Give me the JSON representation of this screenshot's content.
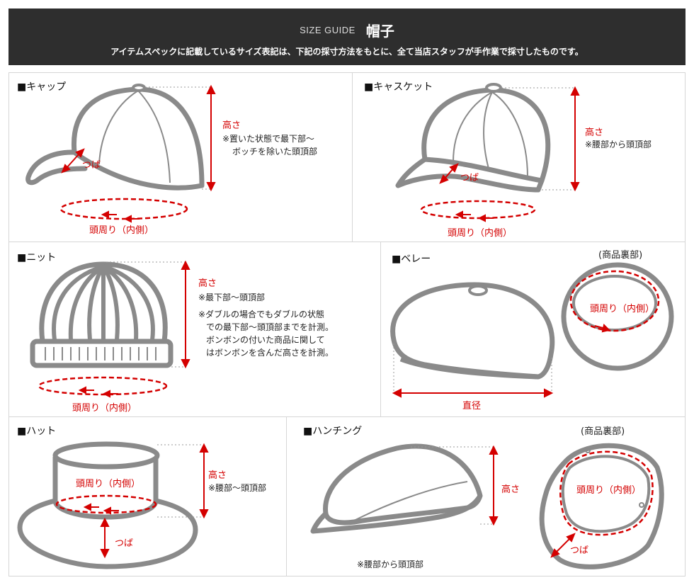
{
  "header": {
    "size_guide": "SIZE GUIDE",
    "title": "帽子",
    "description": "アイテムスペックに記載しているサイズ表記は、下記の採寸方法をもとに、全て当店スタッフが手作業で採寸したものです。"
  },
  "cap": {
    "title": "■キャップ",
    "height_label": "高さ",
    "height_note_1": "※置いた状態で最下部〜",
    "height_note_2": "ボッチを除いた頭頂部",
    "brim_label": "つば",
    "head_label": "頭周り（内側）"
  },
  "casquette": {
    "title": "■キャスケット",
    "height_label": "高さ",
    "height_note": "※腰部から頭頂部",
    "brim_label": "つば",
    "head_label": "頭周り（内側）"
  },
  "knit": {
    "title": "■ニット",
    "height_label": "高さ",
    "note_1": "※最下部〜頭頂部",
    "note_2": "※ダブルの場合でもダブルの状態",
    "note_3": "での最下部〜頭頂部までを計測。",
    "note_4": "ボンボンの付いた商品に関して",
    "note_5": "はボンボンを含んだ高さを計測。",
    "head_label": "頭周り（内側）"
  },
  "beret": {
    "title": "■ベレー",
    "back_label": "(商品裏部)",
    "head_label": "頭周り（内側）",
    "diameter_label": "直径"
  },
  "hat": {
    "title": "■ハット",
    "head_label": "頭周り（内側）",
    "height_label": "高さ",
    "height_note": "※腰部〜頭頂部",
    "brim_label": "つば"
  },
  "hunting": {
    "title": "■ハンチング",
    "height_label": "高さ",
    "bottom_note": "※腰部から頭頂部",
    "back_label": "(商品裏部)",
    "head_label": "頭周り（内側）",
    "brim_label": "つば"
  },
  "colors": {
    "header_bg": "#2e2e2e",
    "accent_red": "#d40000",
    "outline_gray": "#8a8a8a"
  }
}
